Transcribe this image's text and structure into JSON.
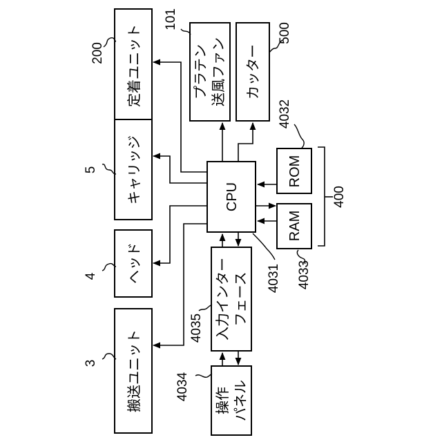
{
  "blocks": {
    "fixing_unit": "定着ユニット",
    "platen_fan": [
      "プラテン",
      "送風ファン"
    ],
    "cutter": "カッター",
    "carriage": "キャリッジ",
    "head": "ヘッド",
    "transport_unit": "搬送ユニット",
    "cpu": "CPU",
    "rom": "ROM",
    "ram": "RAM",
    "input_interface": [
      "入力インター",
      "フェース"
    ],
    "operation_panel": [
      "操作",
      "パネル"
    ]
  },
  "refs": {
    "fixing_unit": "200",
    "platen_fan": "101",
    "cutter": "500",
    "carriage": "5",
    "head": "4",
    "transport_unit": "3",
    "rom": "4032",
    "memory_group": "400",
    "ram": "4033",
    "cpu": "4031",
    "input_interface": "4035",
    "operation_panel": "4034"
  }
}
